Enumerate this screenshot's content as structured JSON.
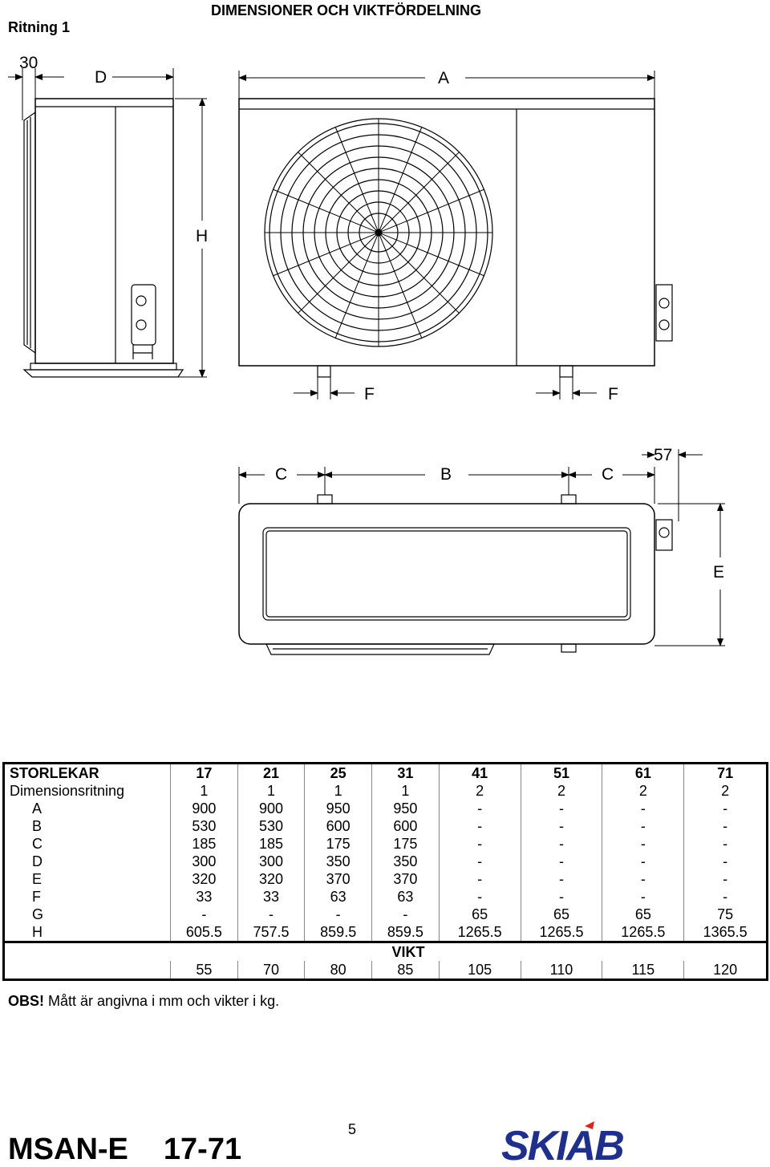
{
  "header": {
    "title": "DIMENSIONER OCH VIKTFÖRDELNING",
    "drawing_label": "Ritning 1"
  },
  "drawing": {
    "dim_labels": [
      "30",
      "D",
      "A",
      "H",
      "F",
      "F",
      "C",
      "B",
      "C",
      "57",
      "E"
    ]
  },
  "table": {
    "header_label": "STORLEKAR",
    "sizes": [
      "17",
      "21",
      "25",
      "31",
      "41",
      "51",
      "61",
      "71"
    ],
    "rows": [
      {
        "label": "Dimensionsritning",
        "values": [
          "1",
          "1",
          "1",
          "1",
          "2",
          "2",
          "2",
          "2"
        ]
      },
      {
        "label": "A",
        "values": [
          "900",
          "900",
          "950",
          "950",
          "-",
          "-",
          "-",
          "-"
        ]
      },
      {
        "label": "B",
        "values": [
          "530",
          "530",
          "600",
          "600",
          "-",
          "-",
          "-",
          "-"
        ]
      },
      {
        "label": "C",
        "values": [
          "185",
          "185",
          "175",
          "175",
          "-",
          "-",
          "-",
          "-"
        ]
      },
      {
        "label": "D",
        "values": [
          "300",
          "300",
          "350",
          "350",
          "-",
          "-",
          "-",
          "-"
        ]
      },
      {
        "label": "E",
        "values": [
          "320",
          "320",
          "370",
          "370",
          "-",
          "-",
          "-",
          "-"
        ]
      },
      {
        "label": "F",
        "values": [
          "33",
          "33",
          "63",
          "63",
          "-",
          "-",
          "-",
          "-"
        ]
      },
      {
        "label": "G",
        "values": [
          "-",
          "-",
          "-",
          "-",
          "65",
          "65",
          "65",
          "75"
        ]
      },
      {
        "label": "H",
        "values": [
          "605.5",
          "757.5",
          "859.5",
          "859.5",
          "1265.5",
          "1265.5",
          "1265.5",
          "1365.5"
        ]
      }
    ],
    "weight_title": "VIKT",
    "weights": [
      "55",
      "70",
      "80",
      "85",
      "105",
      "110",
      "115",
      "120"
    ]
  },
  "note": {
    "prefix": "OBS!",
    "text": " Mått är angivna i mm och vikter i kg."
  },
  "footer": {
    "page_number": "5",
    "model": "MSAN-E",
    "range": "17-71",
    "logo_text": "SKIAB"
  }
}
